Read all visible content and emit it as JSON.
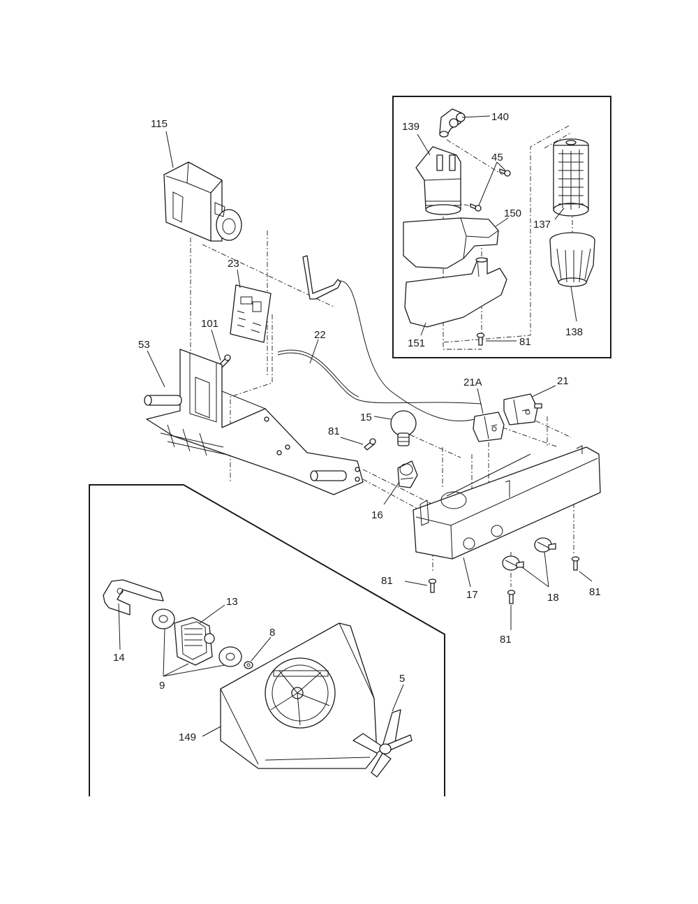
{
  "labels": {
    "p115": "115",
    "p23": "23",
    "p101": "101",
    "p53": "53",
    "p22": "22",
    "p15": "15",
    "p81a": "81",
    "p16": "16",
    "p21A": "21A",
    "p21": "21",
    "p81b": "81",
    "p17": "17",
    "p18": "18",
    "p81c": "81",
    "p81d": "81",
    "p140": "140",
    "p139": "139",
    "p45": "45",
    "p150": "150",
    "p137": "137",
    "p151": "151",
    "p81e": "81",
    "p138": "138",
    "p13": "13",
    "p14": "14",
    "p8": "8",
    "p9": "9",
    "p5": "5",
    "p149": "149"
  },
  "colors": {
    "ink": "#1a1a1a",
    "paper": "#ffffff"
  }
}
